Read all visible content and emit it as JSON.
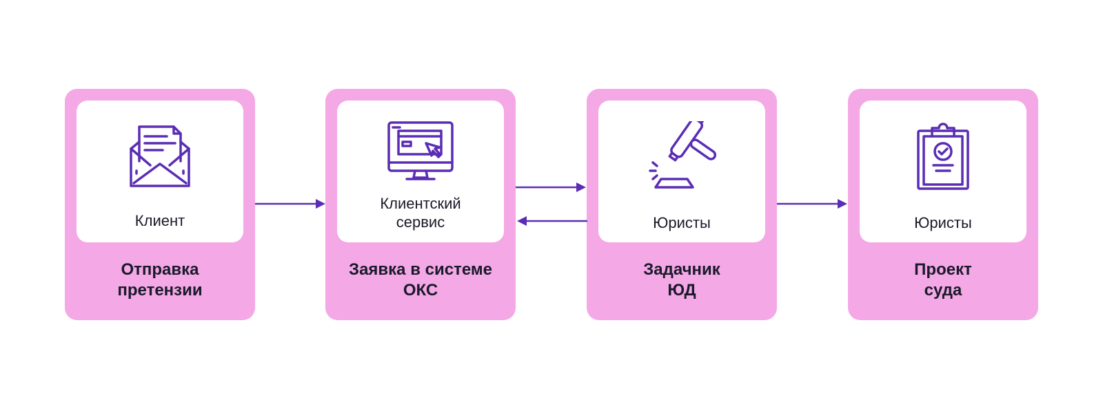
{
  "colors": {
    "card": "#f4a8e6",
    "accent": "#5a2db4",
    "text": "#1a1a2a"
  },
  "steps": [
    {
      "role": "Клиент",
      "title": "Отправка\nпретензии",
      "icon": "envelope-letter-icon"
    },
    {
      "role": "Клиентский\nсервис",
      "title": "Заявка в системе\nОКС",
      "icon": "monitor-cursor-icon"
    },
    {
      "role": "Юристы",
      "title": "Задачник\nЮД",
      "icon": "gavel-icon"
    },
    {
      "role": "Юристы",
      "title": "Проект\nсуда",
      "icon": "clipboard-check-icon"
    }
  ]
}
